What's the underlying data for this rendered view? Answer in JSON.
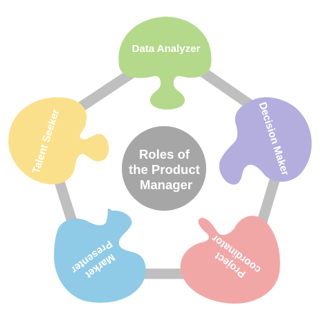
{
  "center": {
    "lines": [
      "Roles of",
      "the Product",
      "Manager"
    ],
    "color": "#a6a6a6"
  },
  "frame": {
    "color": "#bfbfbf"
  },
  "roles": [
    {
      "name": "data-analyzer",
      "label_lines": [
        "Data Analyzer"
      ],
      "color": "#b4d98a"
    },
    {
      "name": "decision-maker",
      "label_lines": [
        "Decision Maker"
      ],
      "color": "#b3aedd"
    },
    {
      "name": "project-coordinator",
      "label_lines": [
        "Project",
        "coordinator"
      ],
      "color": "#f2a7a7"
    },
    {
      "name": "market-presenter",
      "label_lines": [
        "Market",
        "Presenter"
      ],
      "color": "#8fcbe6"
    },
    {
      "name": "talent-seeker",
      "label_lines": [
        "Talent Seeker"
      ],
      "color": "#fbe08b"
    }
  ]
}
